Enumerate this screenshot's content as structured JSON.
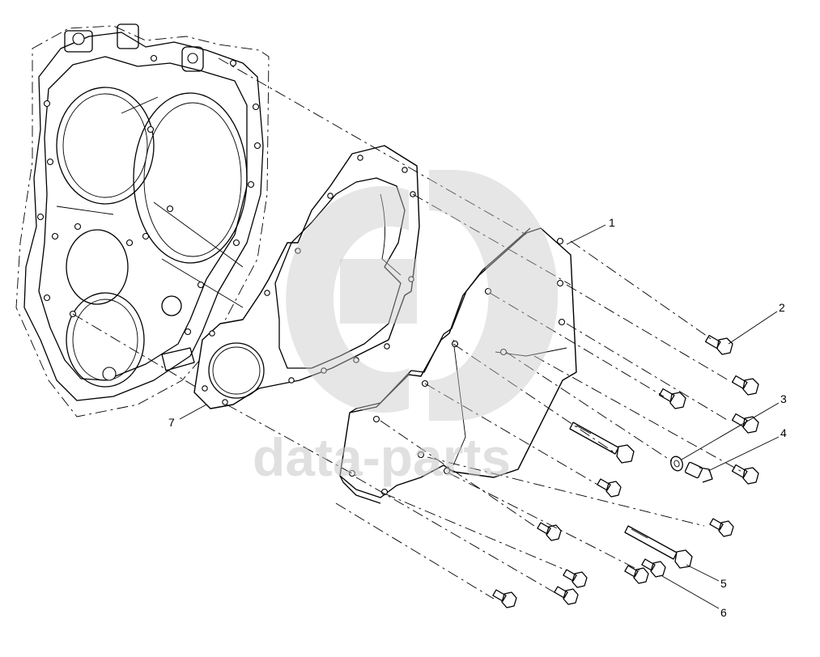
{
  "watermark": {
    "text": "data-parts",
    "color": "#c8c8c8"
  },
  "callouts": [
    {
      "id": "1",
      "label": "1"
    },
    {
      "id": "2",
      "label": "2"
    },
    {
      "id": "3",
      "label": "3"
    },
    {
      "id": "4",
      "label": "4"
    },
    {
      "id": "5",
      "label": "5"
    },
    {
      "id": "6",
      "label": "6"
    },
    {
      "id": "7",
      "label": "7"
    }
  ]
}
